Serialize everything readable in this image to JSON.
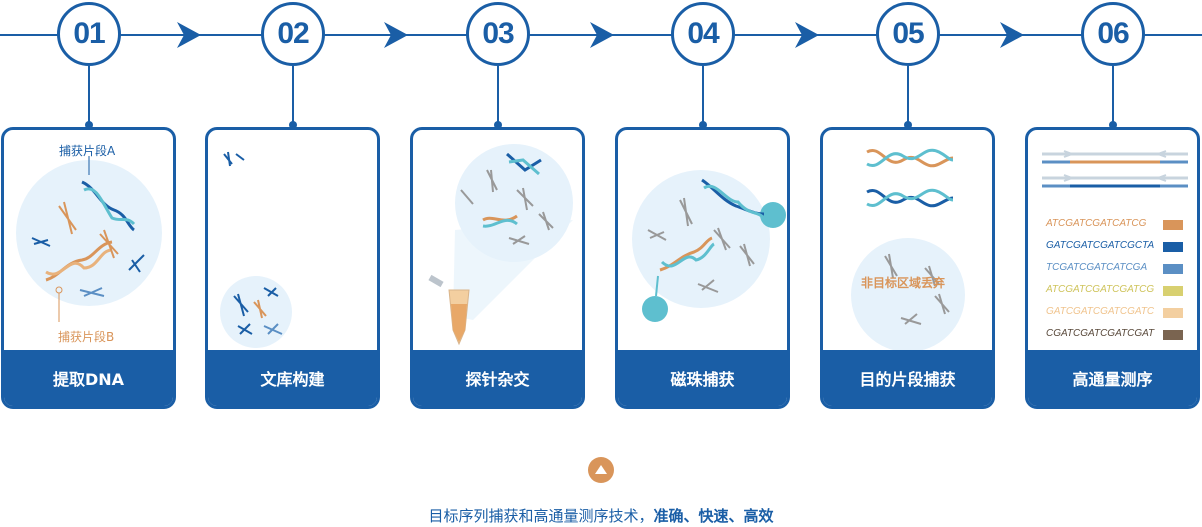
{
  "steps": [
    {
      "num": "01",
      "label": "提取DNA"
    },
    {
      "num": "02",
      "label": "文库构建"
    },
    {
      "num": "03",
      "label": "探针杂交"
    },
    {
      "num": "04",
      "label": "磁珠捕获"
    },
    {
      "num": "05",
      "label": "目的片段捕获"
    },
    {
      "num": "06",
      "label": "高通量测序"
    }
  ],
  "annotations": {
    "fragment_a": "捕获片段A",
    "fragment_b": "捕获片段B",
    "discard": "非目标区域丢弃"
  },
  "sequences": [
    {
      "text": "ATCGATCGATCATCG",
      "color": "#d9955a"
    },
    {
      "text": "GATCGATCGATCGCTA",
      "color": "#1a5ea6"
    },
    {
      "text": "TCGATCGATCATCGA",
      "color": "#5b8fc4"
    },
    {
      "text": "ATCGATCGATCGATCG",
      "color": "#d8d070"
    },
    {
      "text": "GATCGATCGATCGATC",
      "color": "#f3cfa0"
    },
    {
      "text": "CGATCGATCGATCGAT",
      "color": "#7a6450"
    }
  ],
  "caption": {
    "main": "目标序列捕获和高通量测序技术，",
    "emphasis": "准确、快速、高效"
  },
  "colors": {
    "primary": "#1a5ea6",
    "orange": "#d9955a",
    "teal": "#5ebfcf",
    "bubble_bg": "#e6f2fb"
  }
}
